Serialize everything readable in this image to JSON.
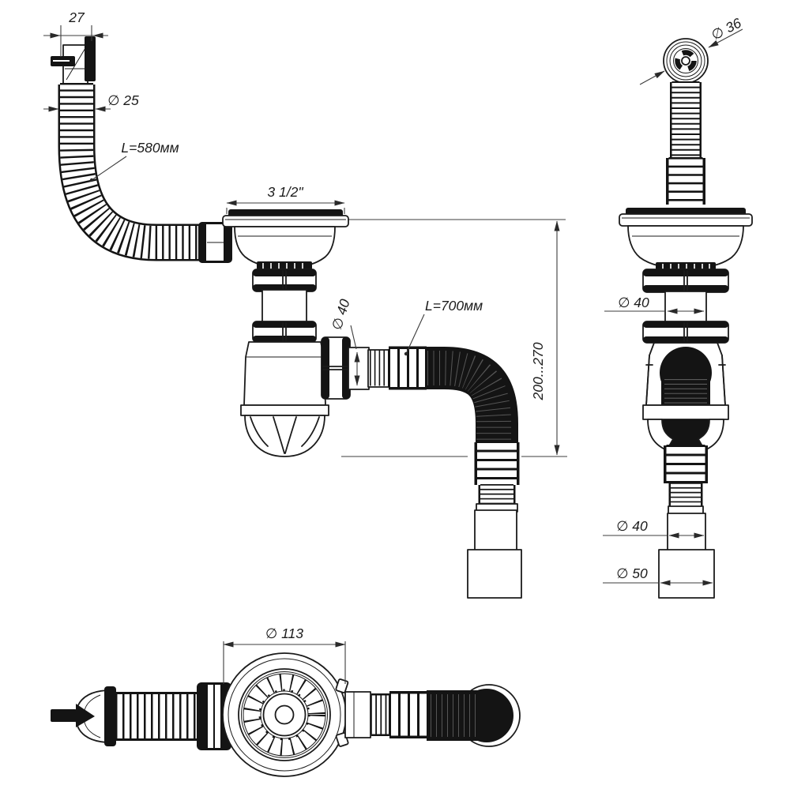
{
  "drawing": {
    "kind": "technical drawing — sink waste / siphon with overflow, three orthographic views",
    "background": "#ffffff",
    "line_color": "#1b1b1b",
    "dim_color": "#3c3c3c",
    "labels": {
      "overflow_width": "27",
      "overflow_hose_dia": "∅ 25",
      "overflow_hose_len": "L=580мм",
      "drain_thread": "3 1/2\"",
      "tailpipe_dia_front": "∅ 40",
      "outlet_hose_len": "L=700мм",
      "height_range": "200...270",
      "overflow_cap_dia": "∅ 36",
      "tailpipe_dia_side": "∅ 40",
      "outlet_dia_side": "∅ 40",
      "outlet_end_dia_side": "∅ 50",
      "strainer_dia": "∅ 113"
    }
  }
}
